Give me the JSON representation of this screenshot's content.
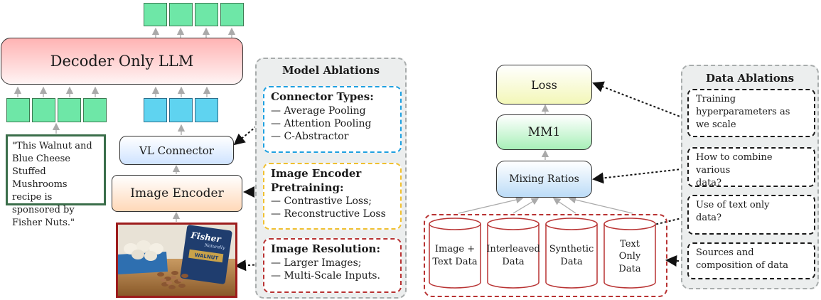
{
  "left_diagram": {
    "llm_label": "Decoder Only LLM",
    "caption_text": "\"This Walnut and Blue Cheese Stuffed Mushrooms recipe is sponsored by Fisher Nuts.\"",
    "vl_connector_label": "VL Connector",
    "image_encoder_label": "Image Encoder",
    "photo_brand": "Fisher",
    "photo_tag": "Naturally",
    "photo_product": "WALNUT"
  },
  "model_ablations": {
    "title": "Model Ablations",
    "connector": {
      "head": "Connector Types:",
      "items": [
        "— Average Pooling",
        "— Attention Pooling",
        "— C-Abstractor"
      ]
    },
    "encoder": {
      "head1": "Image Encoder",
      "head2": "Pretraining:",
      "items": [
        "— Contrastive Loss;",
        "— Reconstructive Loss"
      ]
    },
    "resolution": {
      "head": "Image Resolution:",
      "items": [
        "— Larger Images;",
        "— Multi-Scale Inputs."
      ]
    }
  },
  "right_diagram": {
    "loss_label": "Loss",
    "mm1_label": "MM1",
    "mixing_label": "Mixing Ratios",
    "cylinders": [
      {
        "line1": "Image +",
        "line2": "Text Data",
        "line3": ""
      },
      {
        "line1": "Interleaved",
        "line2": "Data",
        "line3": ""
      },
      {
        "line1": "Synthetic",
        "line2": "Data",
        "line3": ""
      },
      {
        "line1": "Text",
        "line2": "Only",
        "line3": "Data"
      }
    ]
  },
  "data_ablations": {
    "title": "Data Ablations",
    "items": [
      {
        "line1": "Training",
        "line2": "hyperparameters as",
        "line3": "we scale"
      },
      {
        "line1": "How to combine various",
        "line2": "data?",
        "line3": ""
      },
      {
        "line1": "Use of text only",
        "line2": "data?",
        "line3": ""
      },
      {
        "line1": "Sources and",
        "line2": "composition of data",
        "line3": ""
      }
    ]
  },
  "colors": {
    "token_green": "#6ee7a7",
    "token_blue": "#5fd3f0",
    "llm_red": "#ffb3b3",
    "caption_border": "#3a6e4a",
    "photo_border": "#9d1c1c",
    "cylinder_red": "#b83232",
    "dashed_blue": "#1ea0e0",
    "dashed_yellow": "#f0c030",
    "dashed_red": "#b83232"
  }
}
